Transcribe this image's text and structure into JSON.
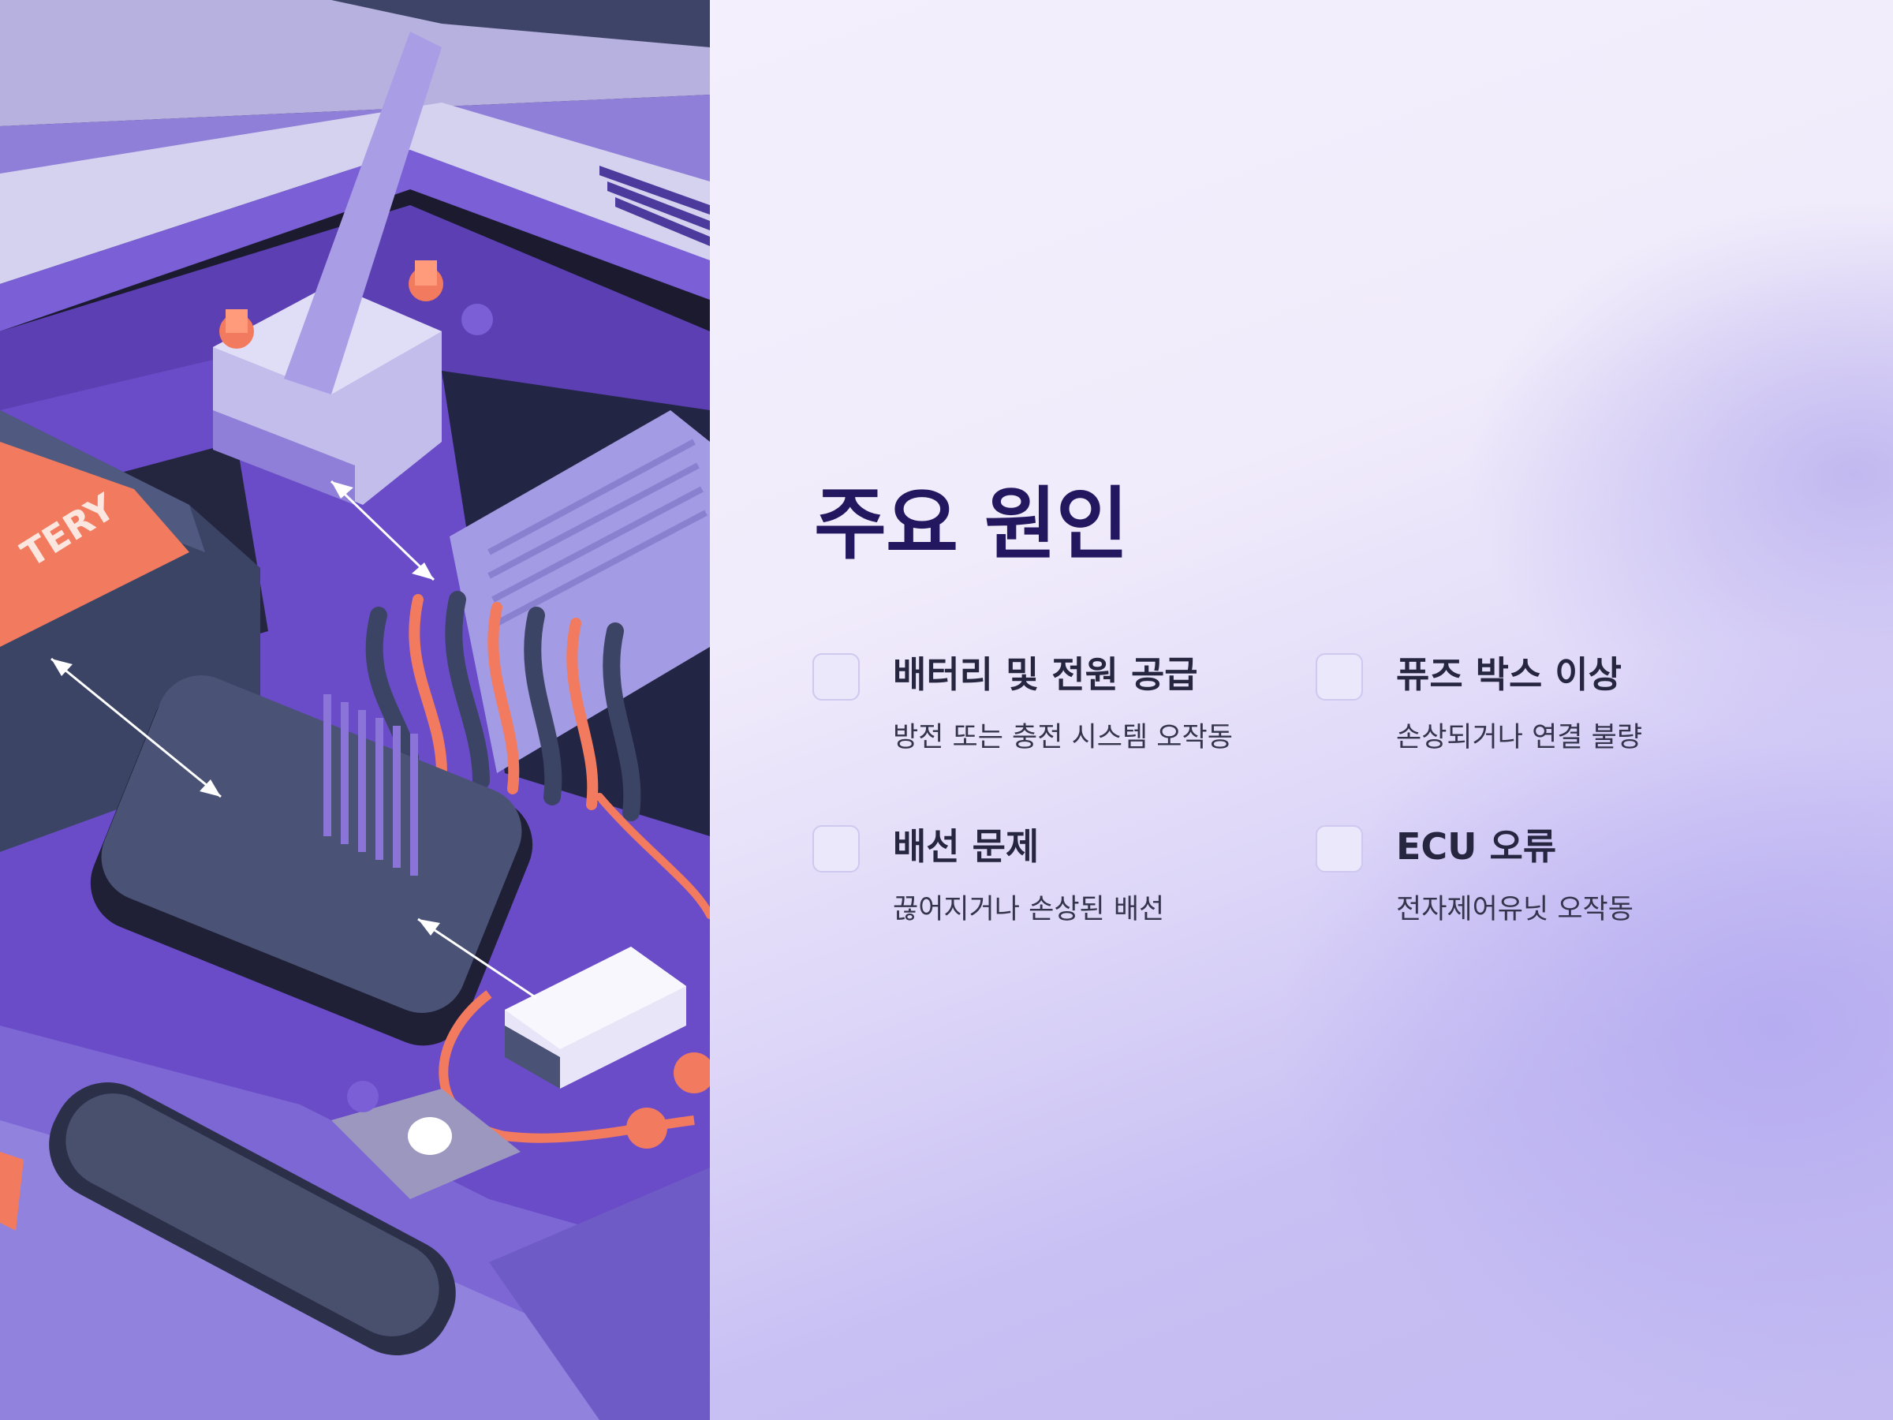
{
  "slide": {
    "title": "주요 원인",
    "illustration_label": "TERY",
    "causes": [
      {
        "title": "배터리 및 전원 공급",
        "description": "방전 또는 충전 시스템 오작동"
      },
      {
        "title": "퓨즈 박스 이상",
        "description": "손상되거나 연결 불량"
      },
      {
        "title": "배선 문제",
        "description": "끊어지거나 손상된 배선"
      },
      {
        "title": "ECU 오류",
        "description": "전자제어유닛 오작동"
      }
    ]
  },
  "colors": {
    "title": "#23185f",
    "heading": "#262640",
    "body": "#34344c",
    "accent_purple": "#7a5fd6",
    "accent_orange": "#f27a5e",
    "dark_slate": "#3c4466"
  }
}
